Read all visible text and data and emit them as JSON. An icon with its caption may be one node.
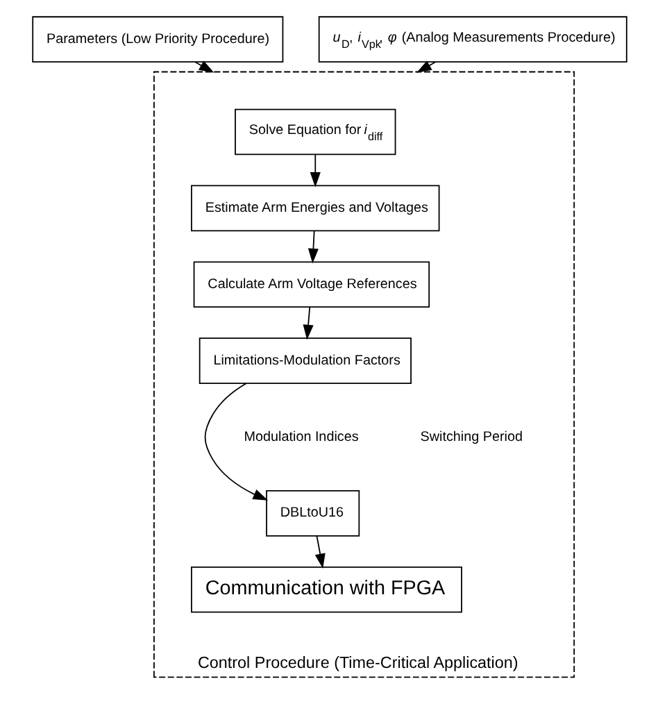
{
  "diagram": {
    "nodes": [
      {
        "text": [
          "Parameters (Low Priority Procedure)"
        ]
      },
      {
        "text": [
          "*u*$_{D}$, *i*$_{Vpk}$, *φ* (Analog Measurements Procedure)"
        ]
      },
      {
        "text": [
          "Control Procedure (Time-Critical Application)"
        ]
      },
      {
        "text": [
          "Solve Equation for *i*$_{diff}$"
        ],
        "in": 2
      },
      {
        "text": [
          "Estimate Arm Energies and Voltages"
        ],
        "in": 2
      },
      {
        "text": [
          "Calculate Arm Voltage References"
        ],
        "in": 2
      },
      {
        "text": [
          "Limitations-Modulation Factors"
        ],
        "in": 2
      },
      {
        "text": [
          "DBLtoU16"
        ],
        "in": 2
      },
      {
        "text": [
          "Communication with FPGA"
        ],
        "in": 2
      }
    ],
    "edges": [
      {
        "from": 0,
        "to": 2,
        "arrow": "to"
      },
      {
        "from": 1,
        "to": 2,
        "arrow": "to"
      },
      {
        "from": 3,
        "to": 4,
        "arrow": "to"
      },
      {
        "from": 4,
        "to": 5,
        "arrow": "to"
      },
      {
        "from": 5,
        "to": 6,
        "arrow": "to"
      },
      {
        "from": 6,
        "to": 7,
        "arrow": "to"
      },
      {
        "from": 7,
        "to": 8,
        "arrow": "to"
      }
    ],
    "labels": [
      "Modulation Indices",
      "Switching Period"
    ]
  }
}
